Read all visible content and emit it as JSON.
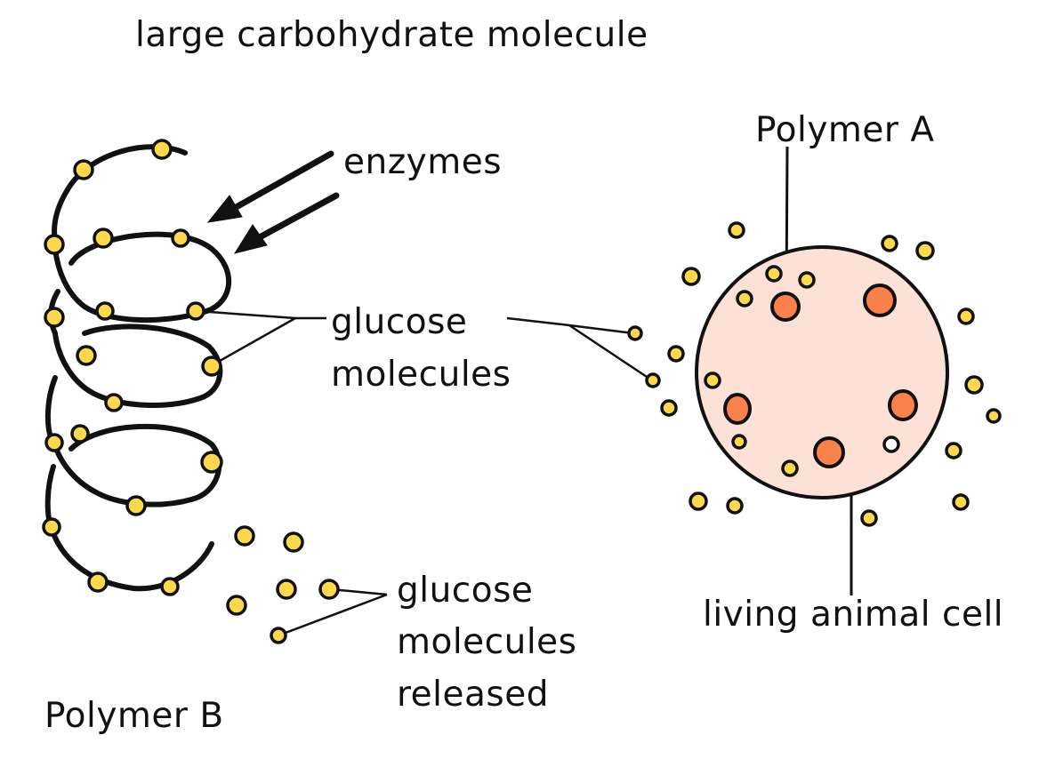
{
  "title": "large carbohydrate molecule",
  "labels": {
    "enzymes": "enzymes",
    "glucose_molecules_line1": "glucose",
    "glucose_molecules_line2": "molecules",
    "polymer_a": "Polymer A",
    "released_line1": "glucose",
    "released_line2": "molecules",
    "released_line3": "released",
    "living_animal_cell": "living animal cell",
    "polymer_b": "Polymer B"
  },
  "colors": {
    "glucose": "#fbd84e",
    "cell_fill": "#fde0d6",
    "organelle": "#f9814c",
    "ink": "#111111"
  }
}
